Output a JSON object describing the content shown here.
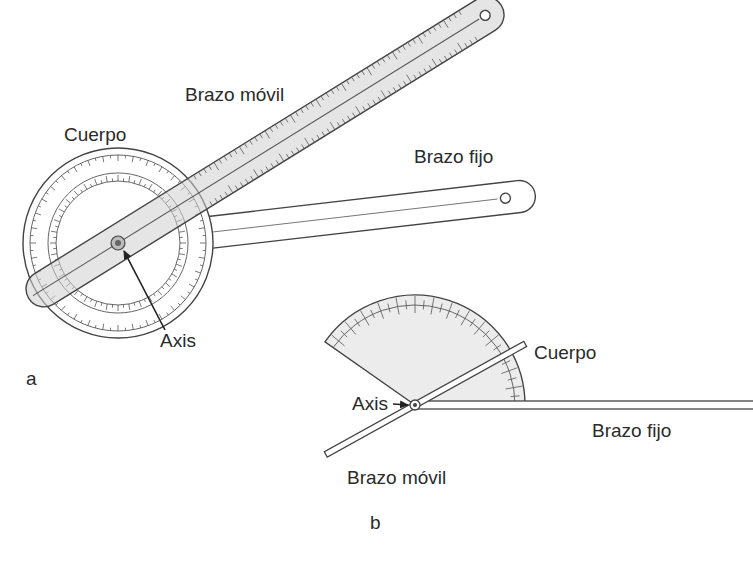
{
  "diagram": {
    "labels": [
      "Brazo móvil",
      "Cuerpo",
      "Brazo fijo",
      "Axis",
      "a",
      "Cuerpo",
      "Axis",
      "Brazo fijo",
      "Brazo móvil",
      "b"
    ]
  }
}
